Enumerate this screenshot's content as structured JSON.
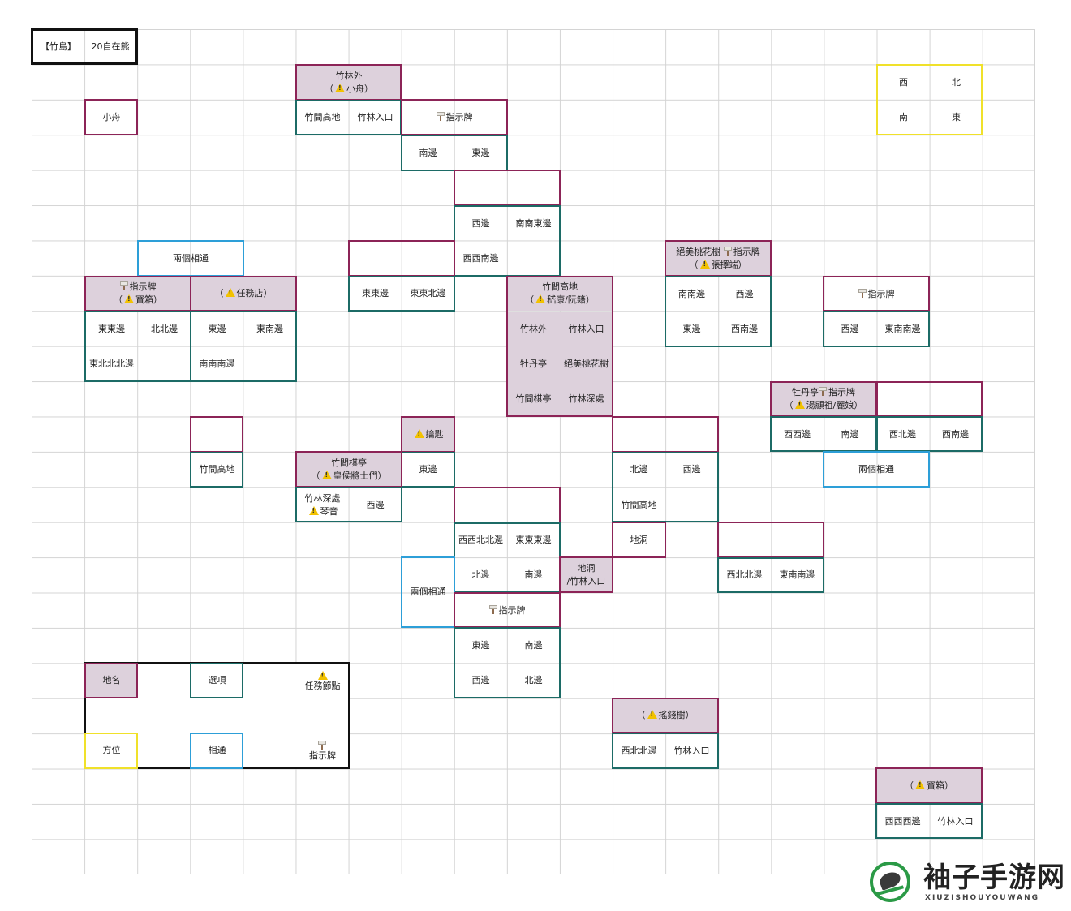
{
  "header": {
    "label": "【竹島】",
    "count": "20自在熊"
  },
  "directions": {
    "west": "西",
    "north": "北",
    "south": "南",
    "east": "東"
  },
  "nodes": {
    "boat": "小舟",
    "bamboo_outer": {
      "name": "竹林外",
      "sub_open": "（",
      "sub_text": "小舟）"
    },
    "r1_a": "竹間高地",
    "r1_b": "竹林入口",
    "sign_1": "指示牌",
    "r1_c": "南邊",
    "r1_d": "東邊",
    "r2_a": "西邊",
    "r2_b": "南南東邊",
    "r2_c": "西西南邊",
    "r3_a": "東東邊",
    "r3_b": "東東北邊",
    "both_connect_1": "兩個相通",
    "sign_treasure": {
      "name": "指示牌",
      "sub_open": "（",
      "sub_text": "寶箱）"
    },
    "task_shop": {
      "open": "（",
      "text": "任務店）"
    },
    "r4_a": "東東邊",
    "r4_b": "北北邊",
    "r4_c": "東北北北邊",
    "r4_d": "東邊",
    "r4_e": "東南邊",
    "r4_f": "南南南邊",
    "hub": {
      "name": "竹間高地",
      "sub_open": "（",
      "sub_text": "嵇康/阮籍）"
    },
    "hub_a": "竹林外",
    "hub_b": "竹林入口",
    "hub_c": "牡丹亭",
    "hub_d": "絕美桃花樹",
    "hub_e": "竹間棋亭",
    "hub_f": "竹林深處",
    "peach": {
      "name": "絕美桃花樹",
      "sign": "指示牌",
      "sub_open": "（",
      "sub_text": "張擇端）"
    },
    "peach_a": "南南邊",
    "peach_b": "西邊",
    "peach_c": "東邊",
    "peach_d": "西南邊",
    "sign_2": "指示牌",
    "s2_a": "西邊",
    "s2_b": "東南南邊",
    "peony": {
      "name": "牡丹亭",
      "sign": "指示牌",
      "sub_open": "（",
      "sub_text": "湯顯祖/麗娘）"
    },
    "peony_a": "西西邊",
    "peony_b": "南邊",
    "peony_c": "西北邊",
    "peony_d": "西南邊",
    "both_connect_2": "兩個相通",
    "r5_a": "竹間高地",
    "key": "鑰匙",
    "key_opt": "東邊",
    "chess": {
      "name": "竹間棋亭",
      "sub_open": "（",
      "sub_text": "皇侯將士們）"
    },
    "chess_a": "竹林深處",
    "chess_a2": "琴音",
    "chess_b": "西邊",
    "mid_a": "北邊",
    "mid_b": "西邊",
    "mid_c": "竹間高地",
    "cave": "地洞",
    "r6_a": "西西北北邊",
    "r6_b": "東東東邊",
    "r6_c": "北邊",
    "r6_d": "南邊",
    "cave_bamboo": {
      "line1": "地洞",
      "line2": "/竹林入口"
    },
    "both_connect_3": "兩個相通",
    "sign_3": "指示牌",
    "s3_a": "東邊",
    "s3_b": "南邊",
    "s3_c": "西邊",
    "s3_d": "北邊",
    "r7_a": "西北北邊",
    "r7_b": "東南南邊",
    "money_tree": {
      "open": "（",
      "text": "搖錢樹）"
    },
    "money_a": "西北北邊",
    "money_b": "竹林入口",
    "treasure": {
      "open": "（",
      "text": "寶箱）"
    },
    "treasure_a": "西西西邊",
    "treasure_b": "竹林入口"
  },
  "legend": {
    "place": "地名",
    "option": "選項",
    "task_node": "任務節點",
    "direction": "方位",
    "connect": "相通",
    "sign": "指示牌"
  },
  "watermark": {
    "title": "袖子手游网",
    "subtitle": "XIUZISHOUYOUWANG"
  },
  "colors": {
    "place_border": "#8c2457",
    "place_fill": "#ddd1dc",
    "option_border": "#1c6b66",
    "connect_border": "#2d9fd8",
    "direction_border": "#f0e12a",
    "grid": "#d4d4d4",
    "warn": "#f2c200"
  },
  "icons": {
    "warning": "warning-triangle-icon",
    "signpost": "signpost-icon"
  }
}
